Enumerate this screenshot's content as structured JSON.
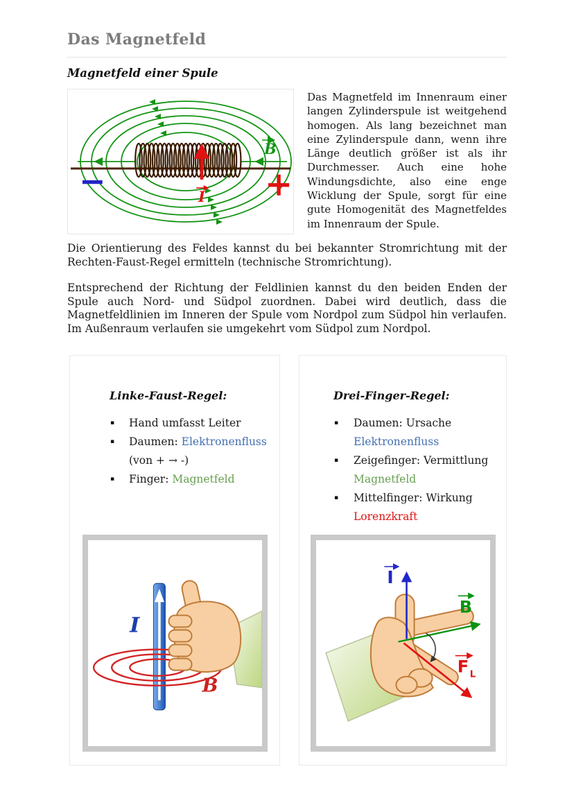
{
  "page": {
    "title": "Das Magnetfeld",
    "section_title": "Magnetfeld einer Spule"
  },
  "intro_paragraph": "Das Magnetfeld im Innenraum einer langen Zylinderspule ist weitgehend homogen. Als lang bezeichnet man eine Zylinderspule dann, wenn ihre Länge deutlich größer ist als ihr Durchmesser. Auch eine hohe Windungsdichte, also eine enge Wicklung der Spule, sorgt für eine gute Homogenität des Magnetfeldes im Innenraum der Spule.",
  "paragraphs": {
    "orientation": "Die Orientierung des Feldes kannst du bei bekannter Stromrichtung mit der Rechten-Faust-Regel ermitteln (technische Stromrichtung).",
    "poles": "Entsprechend der Richtung der Feldlinien kannst du den beiden Enden der Spule auch Nord- und Südpol zuordnen. Dabei wird deutlich, dass die Magnetfeldlinien im Inneren der Spule vom Nordpol zum Südpol hin verlaufen. Im Außenraum verlaufen sie umgekehrt vom Südpol zum Nordpol."
  },
  "coil_figure": {
    "b_label": "B",
    "i_label": "I",
    "minus_label": "−",
    "plus_label": "+"
  },
  "left_rule": {
    "title": "Linke-Faust-Regel:",
    "bullet": "▪",
    "item1": "Hand umfasst Leiter",
    "item2_label": "Daumen: ",
    "item2_value": "Elektronenfluss",
    "item2_note": "(von + → -)",
    "item3_label": "Finger: ",
    "item3_value": "Magnetfeld",
    "figure": {
      "i_label": "I",
      "b_label": "B"
    }
  },
  "right_rule": {
    "title": "Drei-Finger-Regel:",
    "bullet": "▪",
    "item1_text": "Daumen: Ursache",
    "item1_value": "Elektronenfluss",
    "item2_text": "Zeigefinger: Vermittlung",
    "item2_value": "Magnetfeld",
    "item3_text": "Mittelfinger: Wirkung",
    "item3_value": "Lorenzkraft",
    "figure": {
      "i_label": "I",
      "b_label": "B",
      "f_label": "F",
      "f_sub": "L"
    }
  },
  "colors": {
    "title_gray": "#7c7c7c",
    "electron_flow_blue": "#4470b2",
    "magnetic_field_green": "#66a050",
    "lorentz_force_red": "#e01212",
    "field_line_green": "#149414",
    "current_arrow_red": "#e01212",
    "minus_blue": "#2424c8",
    "frame_gray": "#c9c9c9"
  }
}
